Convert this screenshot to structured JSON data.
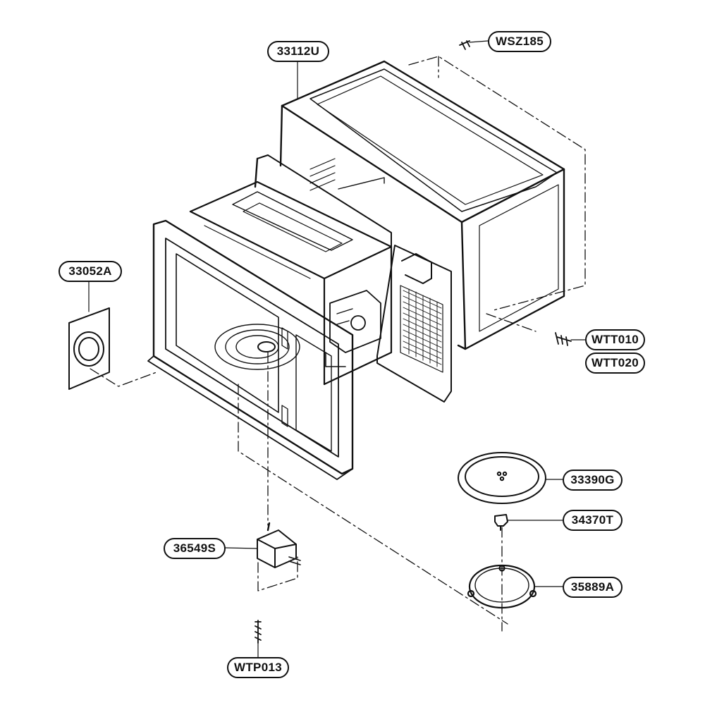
{
  "diagram": {
    "parts": [
      {
        "id": "cabinet",
        "code": "33112U"
      },
      {
        "id": "screw-top",
        "code": "WSZ185"
      },
      {
        "id": "waveguide-cover",
        "code": "33052A"
      },
      {
        "id": "screw-rear-1",
        "code": "WTT010"
      },
      {
        "id": "screw-rear-2",
        "code": "WTT020"
      },
      {
        "id": "glass-tray",
        "code": "33390G"
      },
      {
        "id": "coupler",
        "code": "34370T"
      },
      {
        "id": "roller-ring",
        "code": "35889A"
      },
      {
        "id": "turntable-motor",
        "code": "36549S"
      },
      {
        "id": "motor-screw",
        "code": "WTP013"
      }
    ]
  }
}
